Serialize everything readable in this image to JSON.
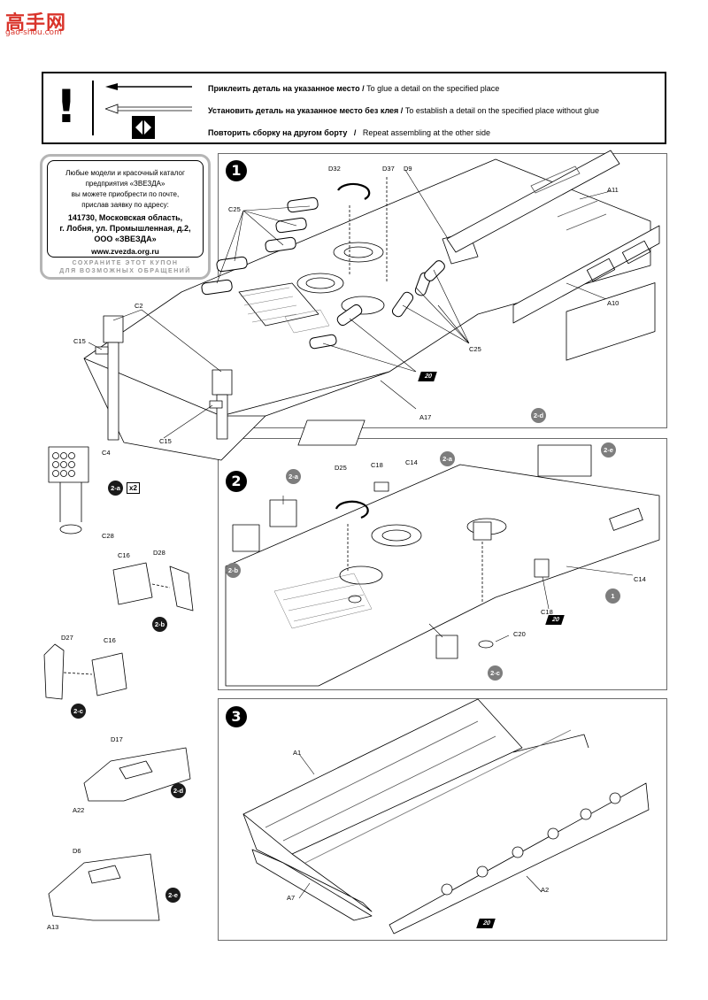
{
  "watermark": {
    "logo": "高手网",
    "url": "gao-shou.com"
  },
  "legend": {
    "glue_ru": "Приклеить деталь на указанное место /",
    "glue_en": "To glue a detail on the specified place",
    "noglue_ru": "Установить деталь на указанное место без клея /",
    "noglue_en": "To establish a detail on the specified place without glue",
    "repeat_ru": "Повторить сборку на другом борту",
    "repeat_sep": "/",
    "repeat_en": "Repeat assembling at the other side"
  },
  "coupon": {
    "line1": "Любые модели и красочный каталог",
    "line2": "предприятия «ЗВЕЗДА»",
    "line3": "вы можете приобрести по почте,",
    "line4": "прислав заявку по адресу:",
    "addr1": "141730, Московская область,",
    "addr2": "г. Лобня, ул. Промышленная, д.2,",
    "addr3": "ООО «ЗВЕЗДА»",
    "url": "www.zvezda.org.ru",
    "keep1": "СОХРАНИТЕ ЭТОТ КУПОН",
    "keep2": "ДЛЯ ВОЗМОЖНЫХ ОБРАЩЕНИЙ"
  },
  "steps": {
    "s1": "1",
    "s2": "2",
    "s3": "3"
  },
  "step1_labels": {
    "D32": "D32",
    "D37": "D37",
    "D9": "D9",
    "C25a": "C25",
    "C25b": "C25",
    "A11": "A11",
    "A10": "A10",
    "A17": "A17",
    "C2": "C2",
    "C15a": "C15",
    "C15b": "C15",
    "flag20": "20"
  },
  "step2_labels": {
    "D25": "D25",
    "C18a": "C18",
    "C14a": "C14",
    "C14b": "C14",
    "C18b": "C18",
    "C20": "C20",
    "flag20": "20",
    "b2a1": "2-a",
    "b2a2": "2-a",
    "b2b": "2-b",
    "b2c": "2-c",
    "b2d": "2-d",
    "b2e": "2-e",
    "b1": "1"
  },
  "step3_labels": {
    "A1": "A1",
    "A2": "A2",
    "A7": "A7",
    "flag20": "20"
  },
  "sub": {
    "C4": "C4",
    "C28": "C28",
    "b2a": "2-a",
    "x2": "x2",
    "C16a": "C16",
    "D28": "D28",
    "b2b": "2-b",
    "D27": "D27",
    "C16b": "C16",
    "b2c": "2-c",
    "D17": "D17",
    "A22": "A22",
    "b2d": "2-d",
    "D6": "D6",
    "A13": "A13",
    "b2e": "2-e"
  }
}
